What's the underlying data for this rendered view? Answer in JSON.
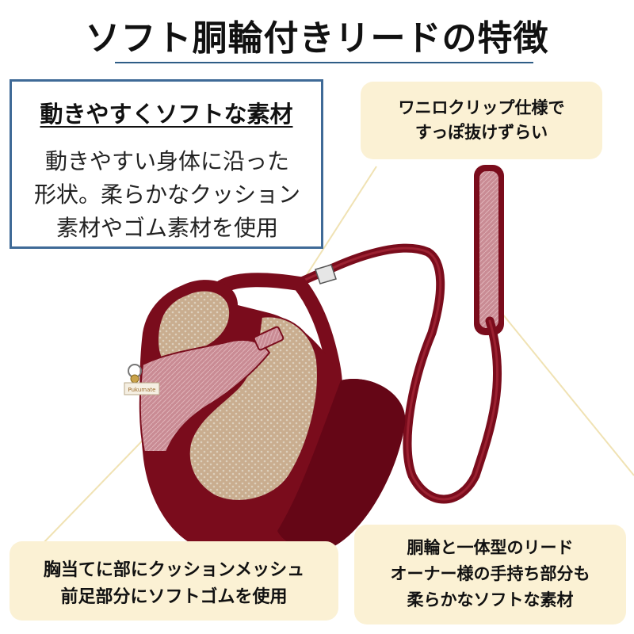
{
  "title": "ソフト胴輪付きリードの特徴",
  "feature_box": {
    "heading": "動きやすくソフトな素材",
    "lines": [
      "動きやすい身体に沿った",
      "形状。柔らかなクッション",
      "素材やゴム素材を使用"
    ]
  },
  "callout_clip": {
    "lines": [
      "ワニロクリップ仕様で",
      "すっぽ抜けずらい"
    ]
  },
  "callout_chest": {
    "lines": [
      "胸当てに部にクッションメッシュ",
      "前足部分にソフトゴムを使用"
    ]
  },
  "callout_lead": {
    "lines": [
      "胴輪と一体型のリード",
      "オーナー様の手持ち部分も",
      "柔らかなソフトな素材"
    ]
  },
  "tag_label": "Pukumate",
  "colors": {
    "burgundy": "#7a0c1c",
    "burgundy_dark": "#650616",
    "mesh_tan": "#c9ad8f",
    "pink": "#c98b94",
    "callout_bg": "#fbf1d4",
    "box_border": "#3f6a97",
    "rule": "#2e5d86"
  }
}
